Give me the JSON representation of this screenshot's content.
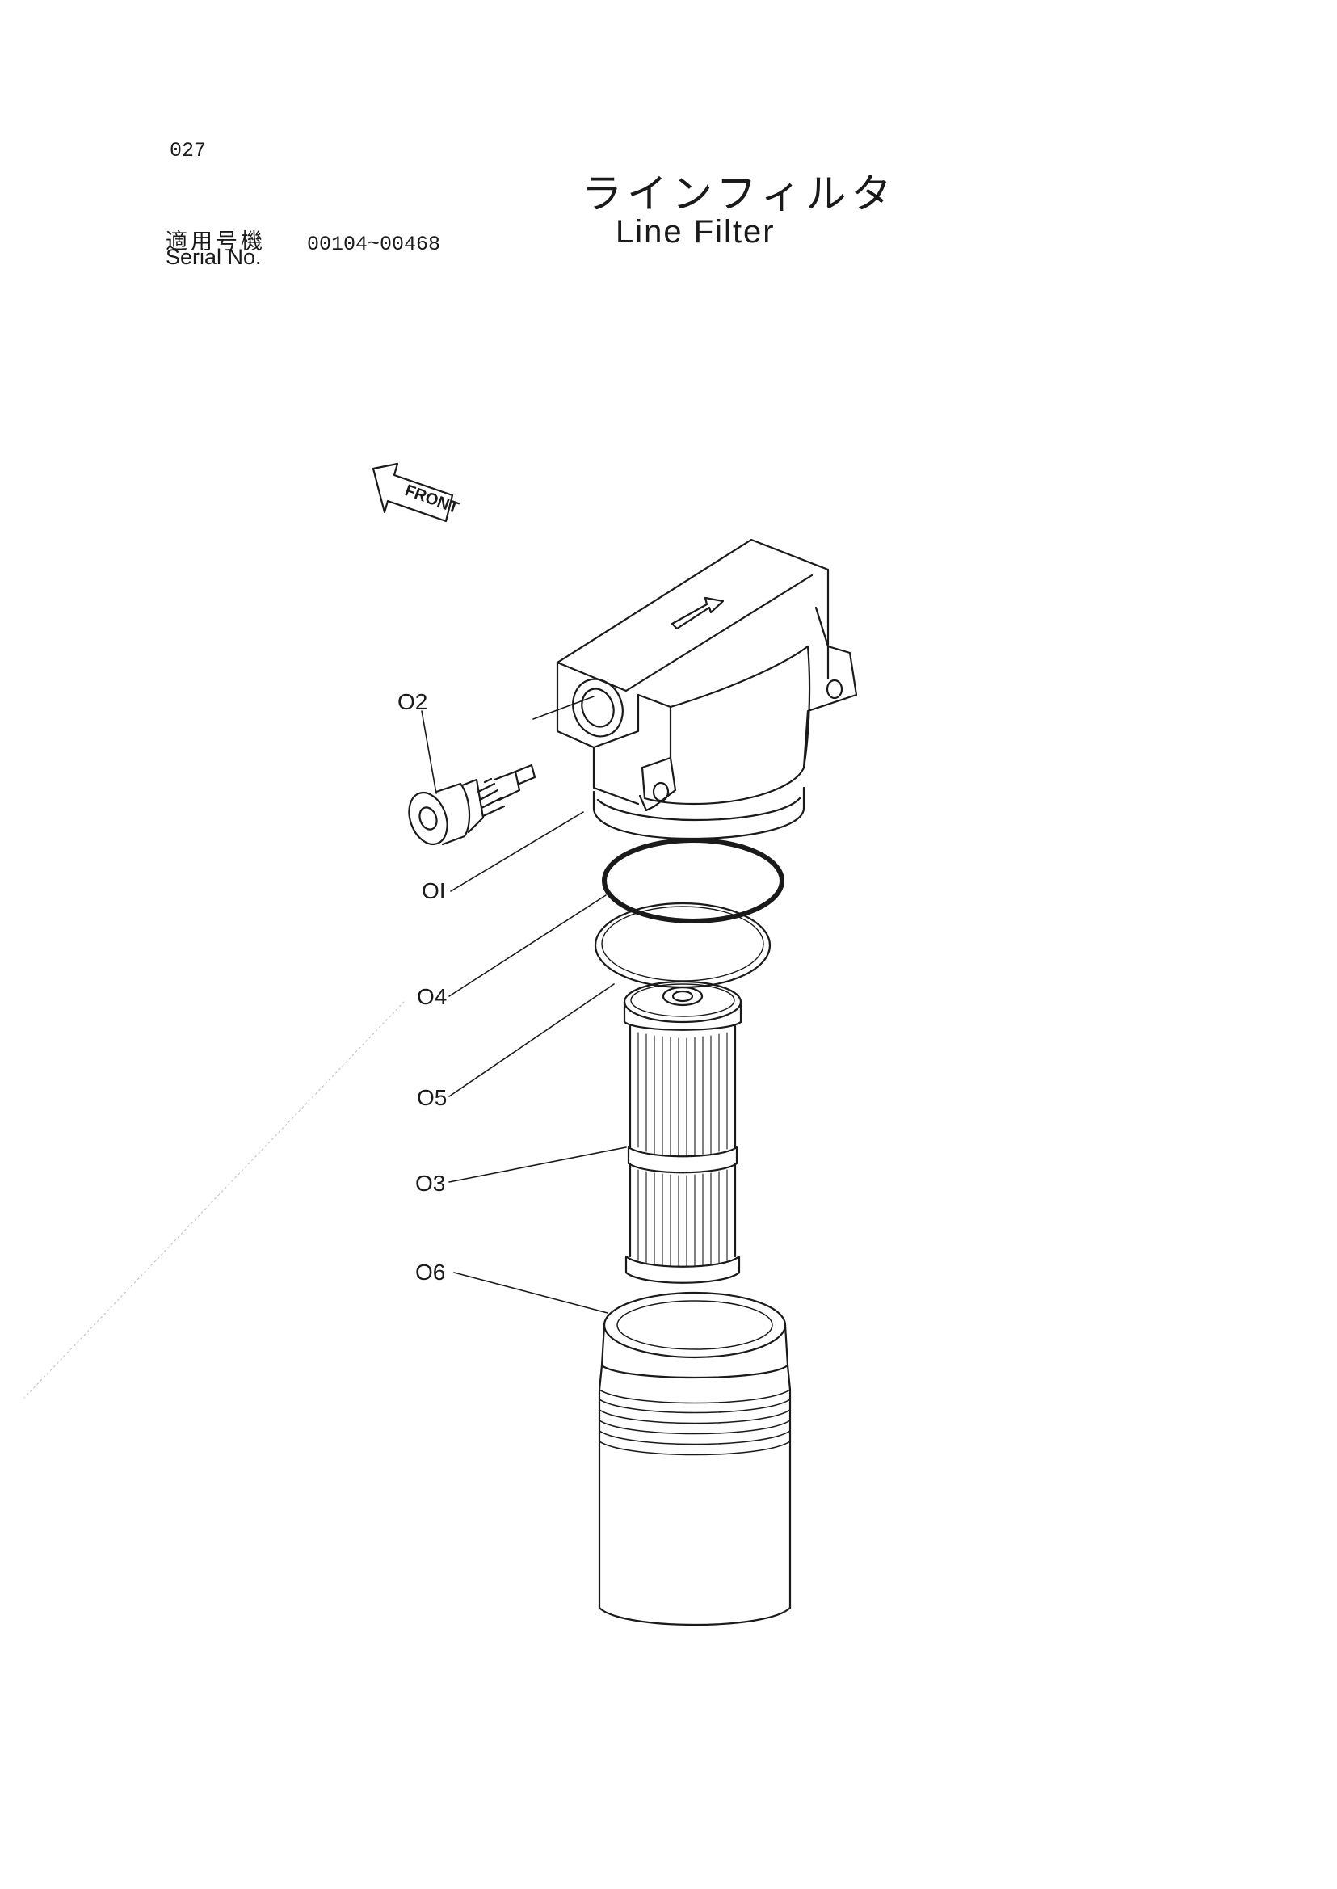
{
  "header": {
    "page_number": "027",
    "title_jp": "ラインフィルタ",
    "title_en": "Line Filter",
    "serial_label_jp": "適用号機",
    "serial_label_en": "Serial No.",
    "serial_range": "00104~00468"
  },
  "front_indicator": {
    "label": "FRONT"
  },
  "parts": [
    {
      "id": "01",
      "label": "OI"
    },
    {
      "id": "02",
      "label": "O2"
    },
    {
      "id": "03",
      "label": "O3"
    },
    {
      "id": "04",
      "label": "O4"
    },
    {
      "id": "05",
      "label": "O5"
    },
    {
      "id": "06",
      "label": "O6"
    }
  ]
}
